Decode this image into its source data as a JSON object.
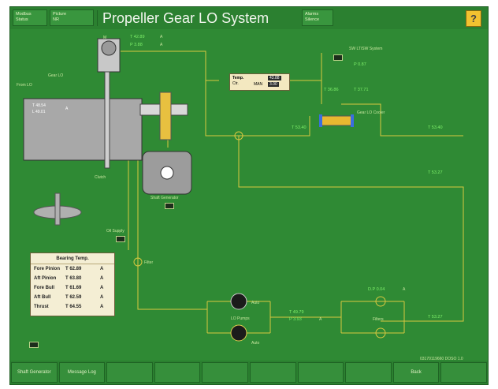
{
  "header": {
    "btn1": [
      "Modbus",
      "Status"
    ],
    "btn2": [
      "Picture",
      "NR"
    ],
    "title": "Propeller Gear LO System",
    "alarm": [
      "Alarms",
      "Silence"
    ],
    "help_icon": "help-icon"
  },
  "diagram": {
    "motor_label": "M",
    "t_top1": "T 42.89",
    "t_top2": "P 3.88",
    "a_top1": "A",
    "a_top2": "A",
    "gearbox_t": "T 48.54",
    "gearbox_l": "L 49.01",
    "gearbox_a": "A",
    "from_lo": "From LO",
    "lo_storage": "Gear LO",
    "temp_ctrl_title": "Temp.",
    "temp_ctrl_sub": "Ctr.",
    "temp_v1": "43.88",
    "temp_v2": "3.00",
    "temp_mode": "MAN",
    "cooler_label": "Gear LO Cooler",
    "sw_label": "SW LT/SW System",
    "cooler_t1": "T 36.86",
    "cooler_t2": "T 37.71",
    "cooler_p": "P 0.87",
    "line_t1": "T 53.40",
    "line_t2": "T 53.40",
    "line_t3": "T 53.27",
    "clutch": "Clutch",
    "shaft_generator": "Shaft Generator",
    "oil_supply": "Oil Supply",
    "filter_label": "Filter",
    "lo_pumps": "LO Pumps",
    "pump_auto1": "Auto",
    "pump_auto2": "Auto",
    "pump_t": "T 49.79",
    "pump_p": "P 3.93",
    "pump_a": "A",
    "filters": "Filters",
    "dp": "D.P 0.04",
    "dp_a": "A",
    "filter_out": "T 53.27",
    "footer_id": "03170119660 DOSO 1.0"
  },
  "bearing": {
    "title": "Bearing Temp.",
    "rows": [
      {
        "name": "Fore Pinion",
        "value": "T 62.89",
        "a": "A"
      },
      {
        "name": "Aft Pinion",
        "value": "T 63.80",
        "a": "A"
      },
      {
        "name": "Fore Bull",
        "value": "T 61.69",
        "a": "A"
      },
      {
        "name": "Aft Bull",
        "value": "T 62.59",
        "a": "A"
      },
      {
        "name": "Thrust",
        "value": "T 64.55",
        "a": "A"
      }
    ]
  },
  "footer": {
    "b1": "Shaft Generator",
    "b2": "Message Log",
    "b3": "",
    "b4": "",
    "b5": "",
    "b6": "",
    "b7": "",
    "b8": "",
    "b9": "Back",
    "b10": ""
  }
}
